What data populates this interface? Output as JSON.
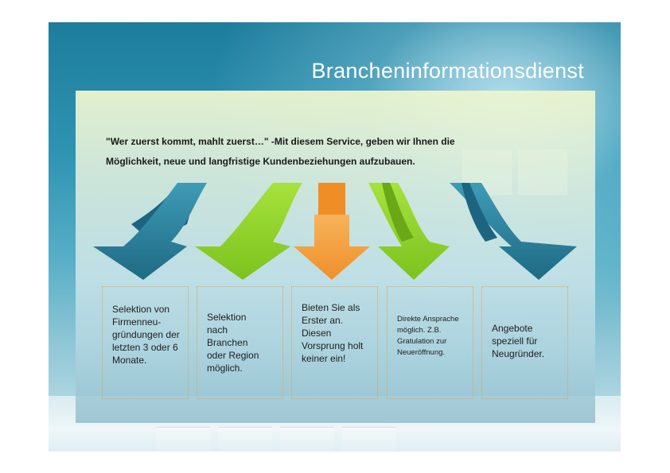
{
  "slide": {
    "title": "Brancheninformationsdienst",
    "intro_line1": "\"Wer zuerst kommt, mahlt zuerst…\" -Mit diesem Service, geben wir Ihnen die",
    "intro_line2": "Möglichkeit,  neue und langfristige Kundenbeziehungen aufzubauen."
  },
  "boxes": [
    {
      "text": "Selektion von Firmenneu-gründungen der letzten 3 oder 6 Monate."
    },
    {
      "text": "Selektion nach Branchen oder Region möglich."
    },
    {
      "text": "Bieten Sie als Erster an. Diesen Vorsprung holt keiner ein!"
    },
    {
      "text": "Direkte Ansprache möglich. Z.B. Gratulation zur Neueröffnung."
    },
    {
      "text": "Angebote speziell für Neugründer."
    }
  ],
  "colors": {
    "blue_arrow": "#2c7f9a",
    "green_arrow": "#8fd12c",
    "orange_arrow": "#f4a040",
    "box_border": "#e8a24a"
  }
}
